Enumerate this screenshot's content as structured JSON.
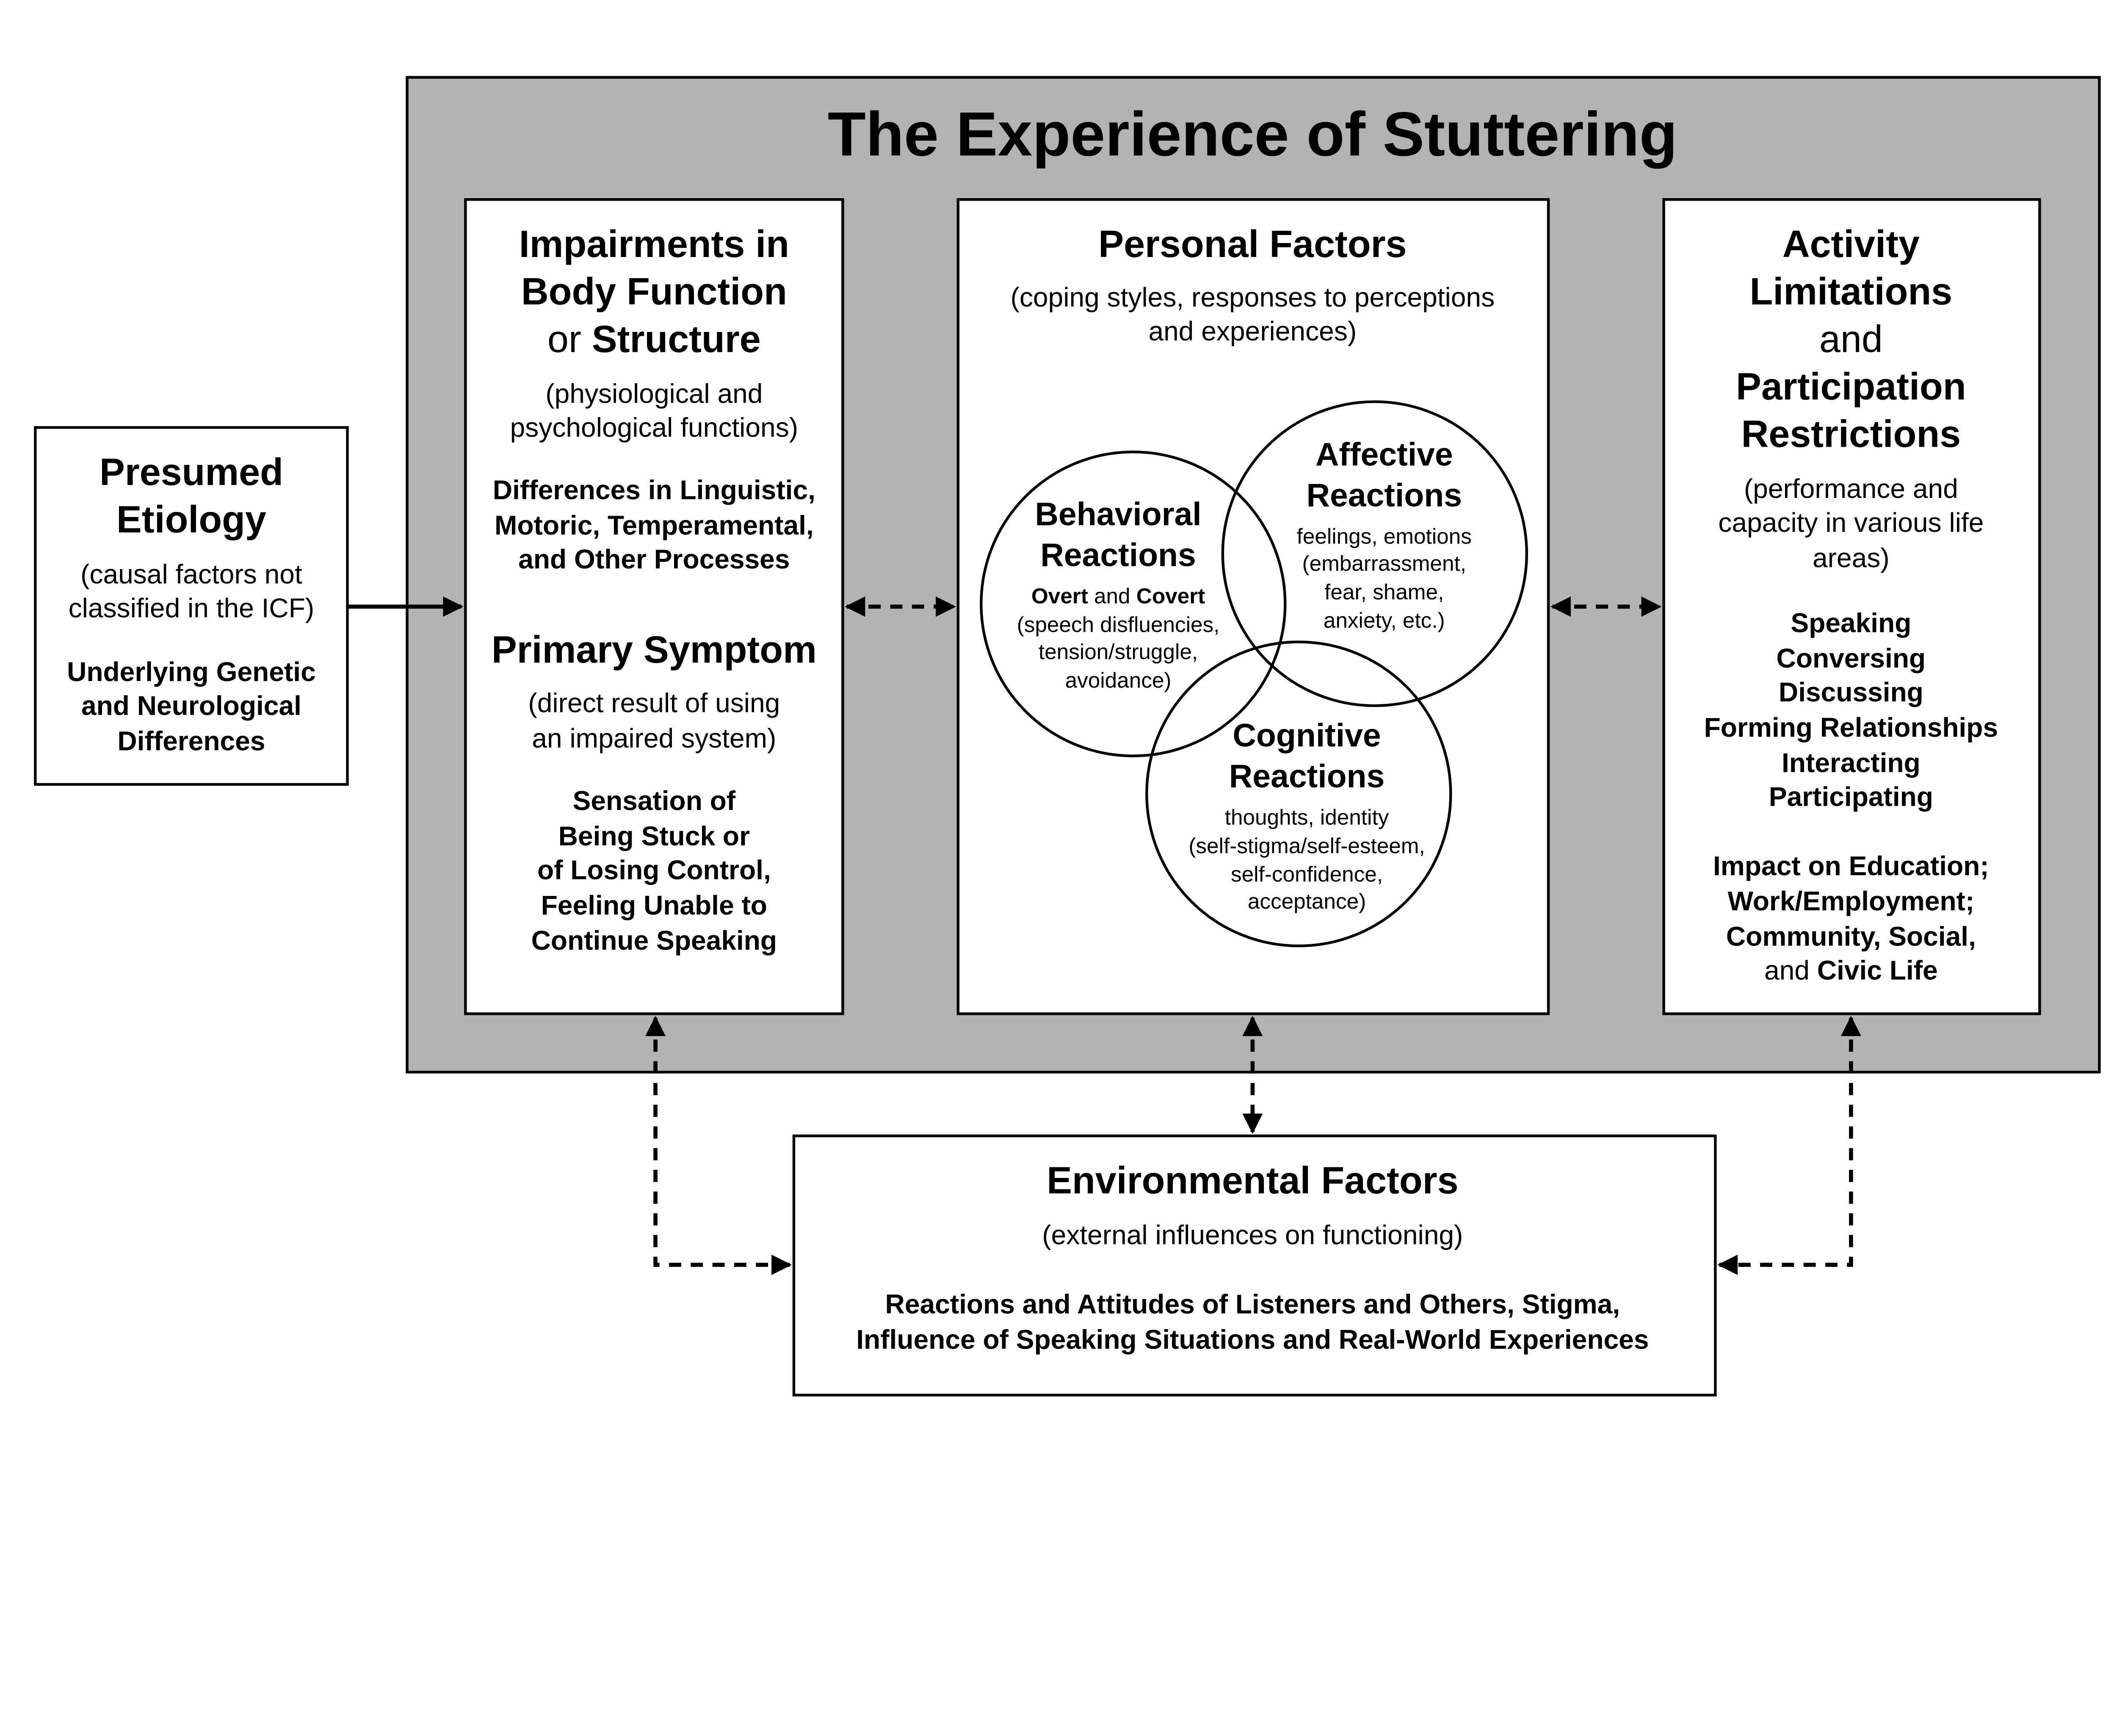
{
  "title": "The Experience of Stuttering",
  "colors": {
    "frame_fill": "#b3b3b3",
    "box_fill": "#ffffff",
    "stroke": "#000000"
  },
  "blocks": {
    "etiology": [
      [
        {
          "t": "Presumed",
          "b": true
        }
      ],
      [
        {
          "t": "Etiology",
          "b": true
        }
      ],
      [
        {
          "t": "(causal factors not",
          "b": false
        }
      ],
      [
        {
          "t": "classified in the ICF)",
          "b": false
        }
      ],
      [
        {
          "t": "Underlying Genetic",
          "b": true
        }
      ],
      [
        {
          "t": "and Neurological",
          "b": true
        }
      ],
      [
        {
          "t": "Differences",
          "b": true
        }
      ]
    ],
    "impairments": [
      [
        {
          "t": "Impairments in",
          "b": true
        }
      ],
      [
        {
          "t": "Body Function",
          "b": true
        }
      ],
      [
        {
          "t": "or ",
          "b": false
        },
        {
          "t": "Structure",
          "b": true
        }
      ],
      [
        {
          "t": "(physiological and",
          "b": false
        }
      ],
      [
        {
          "t": "psychological functions)",
          "b": false
        }
      ],
      [
        {
          "t": "Differences in Linguistic,",
          "b": true
        }
      ],
      [
        {
          "t": "Motoric, Temperamental,",
          "b": true
        }
      ],
      [
        {
          "t": "and Other Processes",
          "b": true
        }
      ],
      [
        {
          "t": "Primary Symptom",
          "b": true
        }
      ],
      [
        {
          "t": "(direct result of using",
          "b": false
        }
      ],
      [
        {
          "t": "an impaired system)",
          "b": false
        }
      ],
      [
        {
          "t": "Sensation of",
          "b": true
        }
      ],
      [
        {
          "t": "Being Stuck or",
          "b": true
        }
      ],
      [
        {
          "t": "of Losing Control,",
          "b": true
        }
      ],
      [
        {
          "t": "Feeling Unable to",
          "b": true
        }
      ],
      [
        {
          "t": "Continue Speaking",
          "b": true
        }
      ]
    ],
    "personal": [
      [
        {
          "t": "Personal Factors",
          "b": true
        }
      ],
      [
        {
          "t": "(coping styles, responses to perceptions",
          "b": false
        }
      ],
      [
        {
          "t": "and experiences)",
          "b": false
        }
      ]
    ],
    "behavioral": [
      [
        {
          "t": "Behavioral",
          "b": true
        }
      ],
      [
        {
          "t": "Reactions",
          "b": true
        }
      ],
      [
        {
          "t": "Overt",
          "b": true
        },
        {
          "t": " and ",
          "b": false
        },
        {
          "t": "Covert",
          "b": true
        }
      ],
      [
        {
          "t": "(speech disfluencies,",
          "b": false
        }
      ],
      [
        {
          "t": "tension/struggle,",
          "b": false
        }
      ],
      [
        {
          "t": "avoidance)",
          "b": false
        }
      ]
    ],
    "affective": [
      [
        {
          "t": "Affective",
          "b": true
        }
      ],
      [
        {
          "t": "Reactions",
          "b": true
        }
      ],
      [
        {
          "t": "feelings, emotions",
          "b": false
        }
      ],
      [
        {
          "t": "(embarrassment,",
          "b": false
        }
      ],
      [
        {
          "t": "fear, shame,",
          "b": false
        }
      ],
      [
        {
          "t": "anxiety, etc.)",
          "b": false
        }
      ]
    ],
    "cognitive": [
      [
        {
          "t": "Cognitive",
          "b": true
        }
      ],
      [
        {
          "t": "Reactions",
          "b": true
        }
      ],
      [
        {
          "t": "thoughts, identity",
          "b": false
        }
      ],
      [
        {
          "t": "(self-stigma/self-esteem,",
          "b": false
        }
      ],
      [
        {
          "t": "self-confidence,",
          "b": false
        }
      ],
      [
        {
          "t": "acceptance)",
          "b": false
        }
      ]
    ],
    "activity": [
      [
        {
          "t": "Activity",
          "b": true
        }
      ],
      [
        {
          "t": "Limitations",
          "b": true
        }
      ],
      [
        {
          "t": "and",
          "b": false
        }
      ],
      [
        {
          "t": "Participation",
          "b": true
        }
      ],
      [
        {
          "t": "Restrictions",
          "b": true
        }
      ],
      [
        {
          "t": "(performance and",
          "b": false
        }
      ],
      [
        {
          "t": "capacity in various life",
          "b": false
        }
      ],
      [
        {
          "t": "areas)",
          "b": false
        }
      ],
      [
        {
          "t": "Speaking",
          "b": true
        }
      ],
      [
        {
          "t": "Conversing",
          "b": true
        }
      ],
      [
        {
          "t": "Discussing",
          "b": true
        }
      ],
      [
        {
          "t": "Forming Relationships",
          "b": true
        }
      ],
      [
        {
          "t": "Interacting",
          "b": true
        }
      ],
      [
        {
          "t": "Participating",
          "b": true
        }
      ],
      [
        {
          "t": "Impact on Education;",
          "b": true
        }
      ],
      [
        {
          "t": "Work/Employment;",
          "b": true
        }
      ],
      [
        {
          "t": "Community, Social,",
          "b": true
        }
      ],
      [
        {
          "t": "and ",
          "b": false
        },
        {
          "t": "Civic Life",
          "b": true
        }
      ]
    ],
    "environmental": [
      [
        {
          "t": "Environmental Factors",
          "b": true
        }
      ],
      [
        {
          "t": "(external influences on functioning)",
          "b": false
        }
      ],
      [
        {
          "t": "Reactions and Attitudes of Listeners and Others, Stigma,",
          "b": true
        }
      ],
      [
        {
          "t": "Influence of Speaking Situations and Real-World Experiences",
          "b": true
        }
      ]
    ]
  }
}
